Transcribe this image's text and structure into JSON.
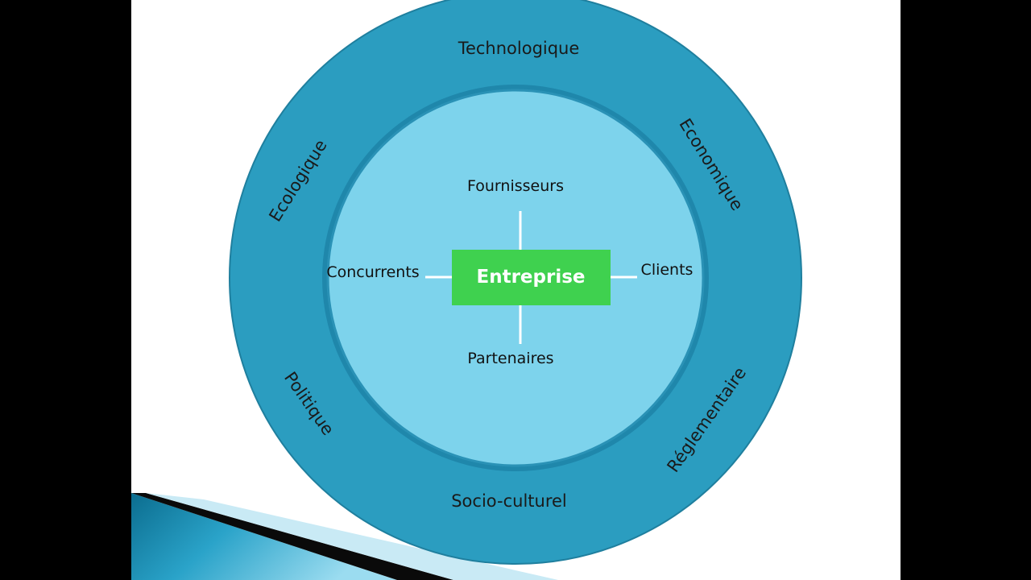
{
  "diagram": {
    "center": {
      "label": "Entreprise",
      "color": "#3fd14f"
    },
    "inner_circle": {
      "color": "#7dd3ec",
      "labels": {
        "top": "Fournisseurs",
        "left": "Concurrents",
        "right": "Clients",
        "bottom": "Partenaires"
      }
    },
    "outer_ring": {
      "color": "#2b9dc0",
      "labels": {
        "top": "Technologique",
        "top_right": "Economique",
        "bottom_right": "Réglementaire",
        "bottom": "Socio-culturel",
        "bottom_left": "Politique",
        "top_left": "Ecologique"
      }
    }
  },
  "colors": {
    "background": "#000000",
    "slide": "#ffffff",
    "ring_stroke": "#1f7f9e",
    "connector": "#ffffff",
    "accent_dark": "#0b6d8f",
    "accent_light": "#6fc8e6"
  }
}
